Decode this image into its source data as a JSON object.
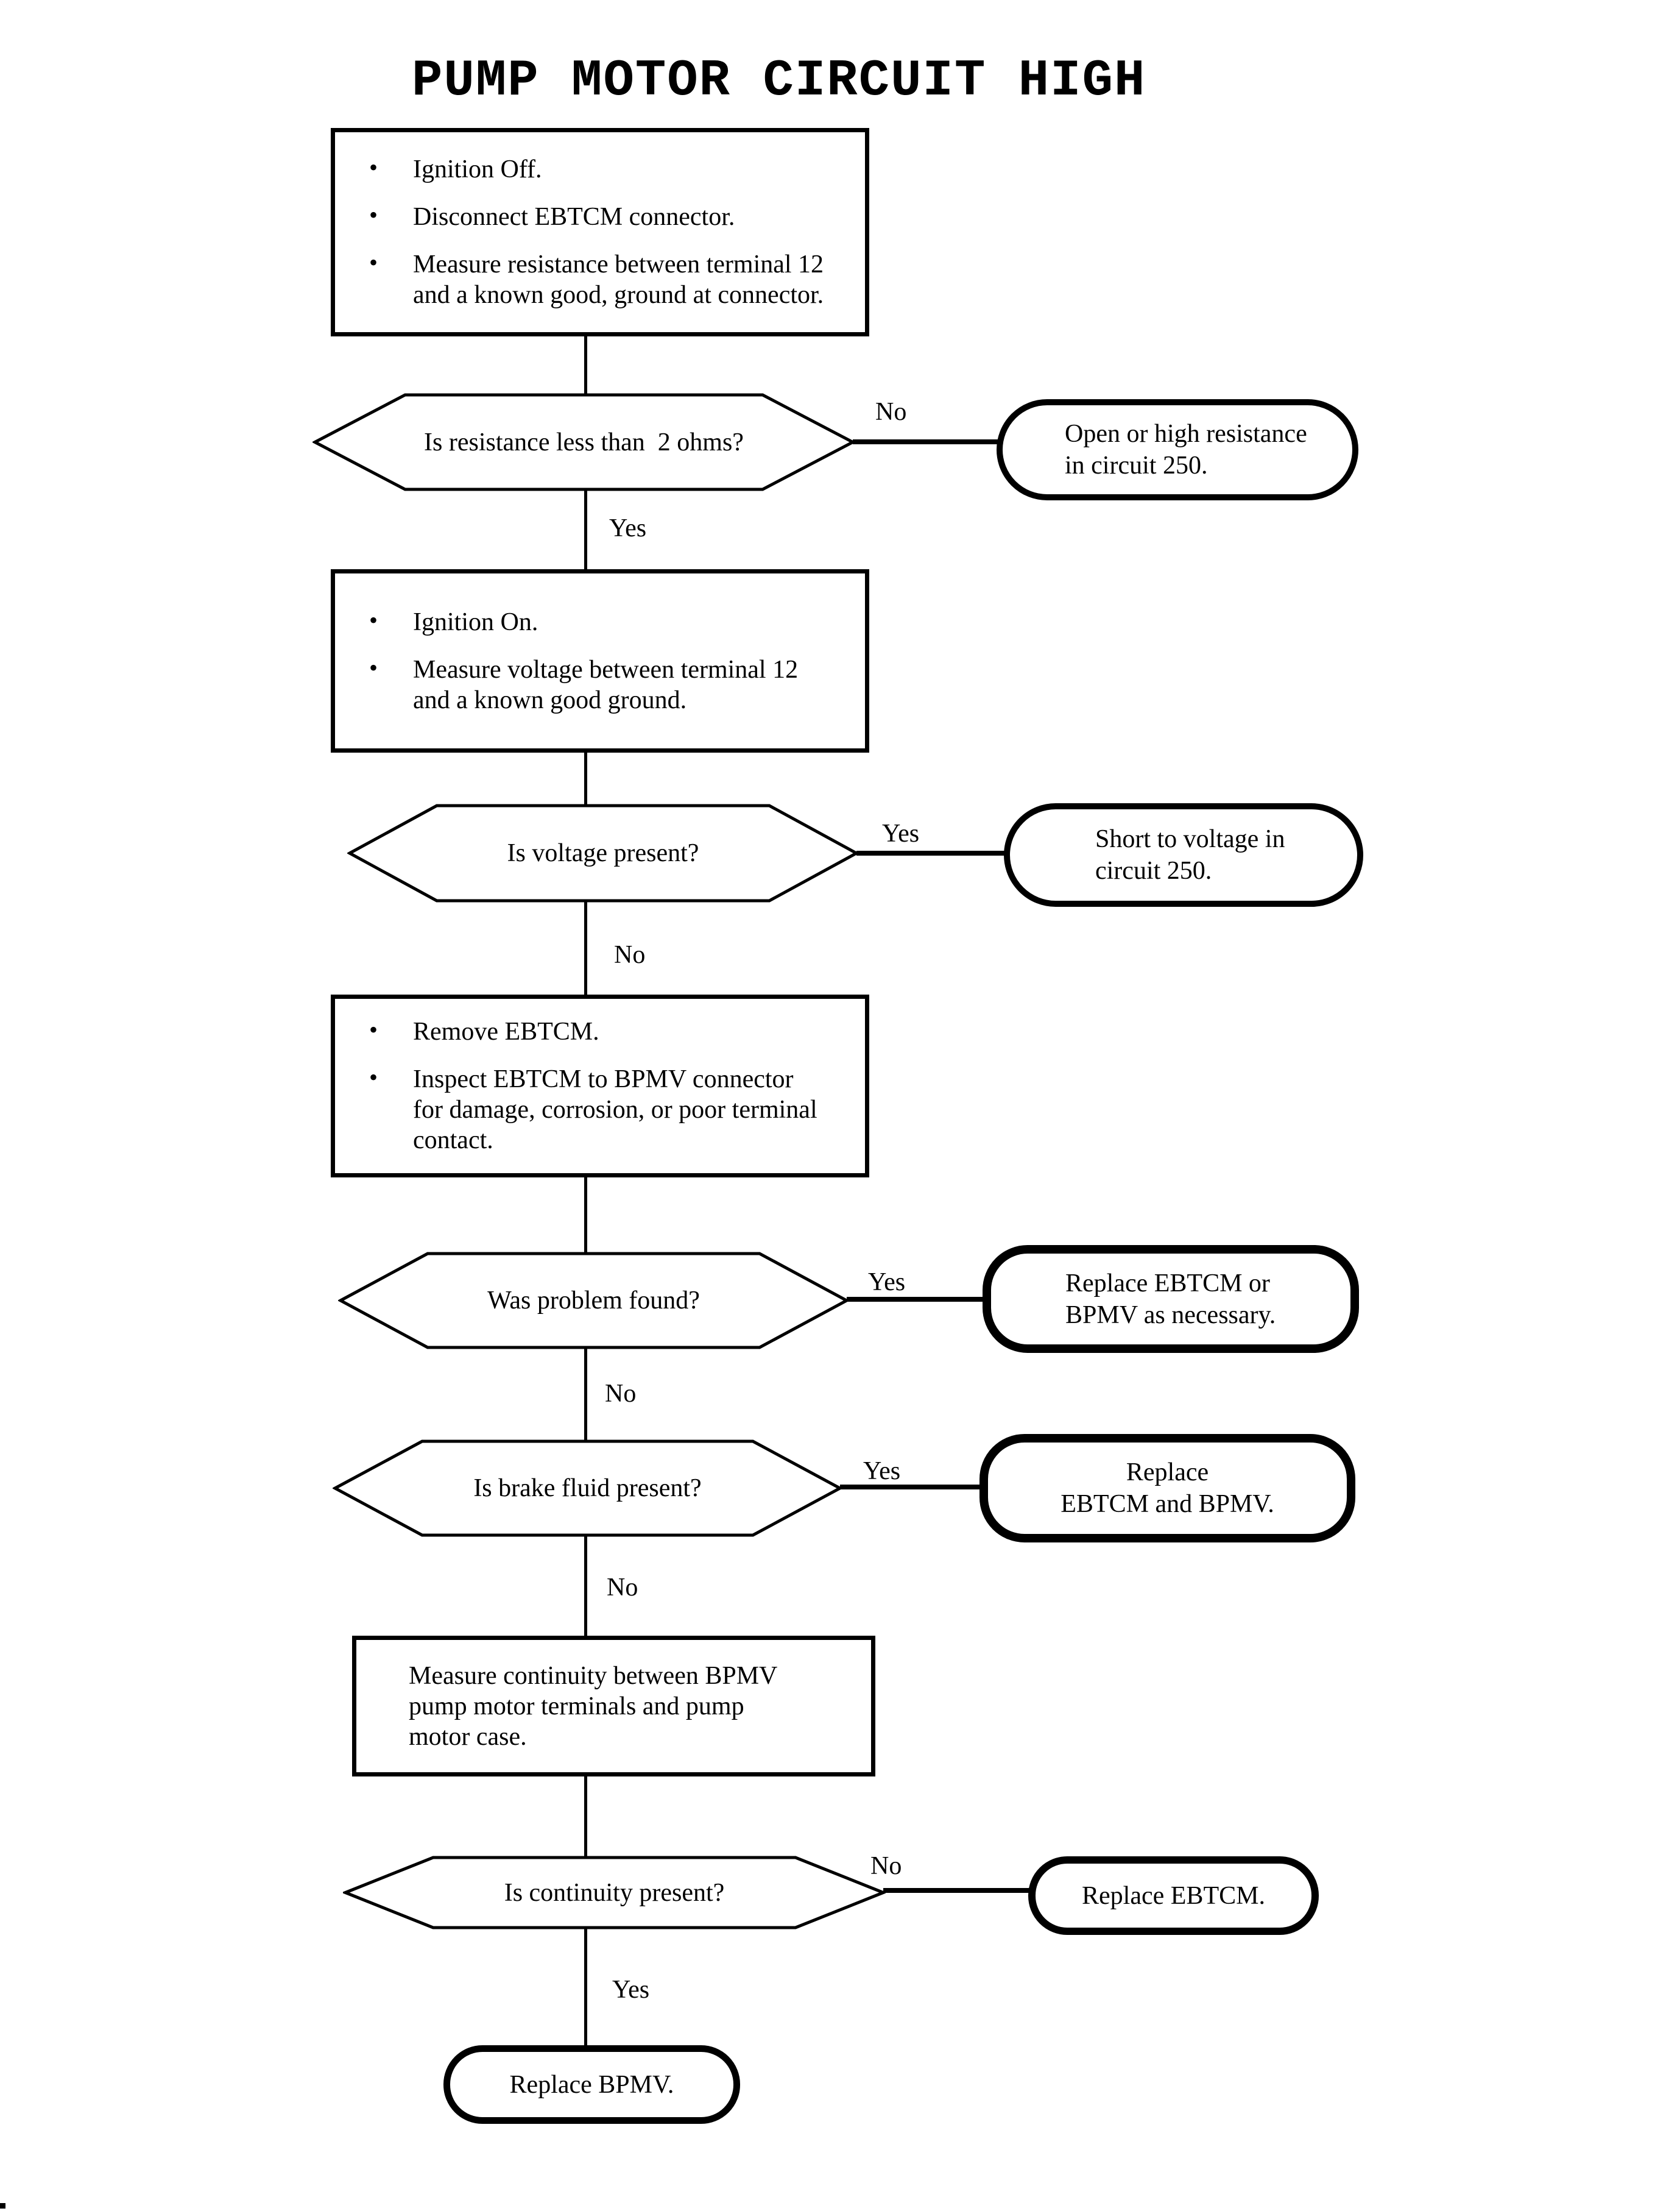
{
  "title": "PUMP MOTOR CIRCUIT HIGH",
  "glyphs": {
    "bullet": "•"
  },
  "colors": {
    "ink": "#000000",
    "paper": "#ffffff"
  },
  "labels": {
    "yes": "Yes",
    "no": "No"
  },
  "steps": {
    "check_resistance": {
      "items": [
        "Ignition Off.",
        "Disconnect EBTCM connector.",
        "Measure resistance between terminal 12\nand a known good, ground at connector."
      ]
    },
    "check_voltage": {
      "items": [
        "Ignition On.",
        "Measure voltage between terminal 12\nand a known good ground."
      ]
    },
    "inspect_connector": {
      "items": [
        "Remove EBTCM.",
        "Inspect EBTCM to BPMV connector\nfor damage, corrosion, or poor terminal\ncontact."
      ]
    },
    "measure_continuity": {
      "text": "Measure continuity between BPMV\npump motor terminals and pump\nmotor case."
    }
  },
  "decisions": {
    "resistance_low": "Is resistance less than  2 ohms?",
    "voltage_present": "Is voltage present?",
    "problem_found": "Was problem found?",
    "brake_fluid_present": "Is brake fluid present?",
    "continuity_present": "Is continuity present?"
  },
  "results": {
    "open_circuit": "Open or high resistance\nin circuit 250.",
    "short_to_voltage": "Short to voltage in\ncircuit 250.",
    "replace_either": "Replace EBTCM or\nBPMV as necessary.",
    "replace_both": "Replace\nEBTCM and BPMV.",
    "replace_ebtcm": "Replace EBTCM.",
    "replace_bpmv": "Replace BPMV."
  }
}
